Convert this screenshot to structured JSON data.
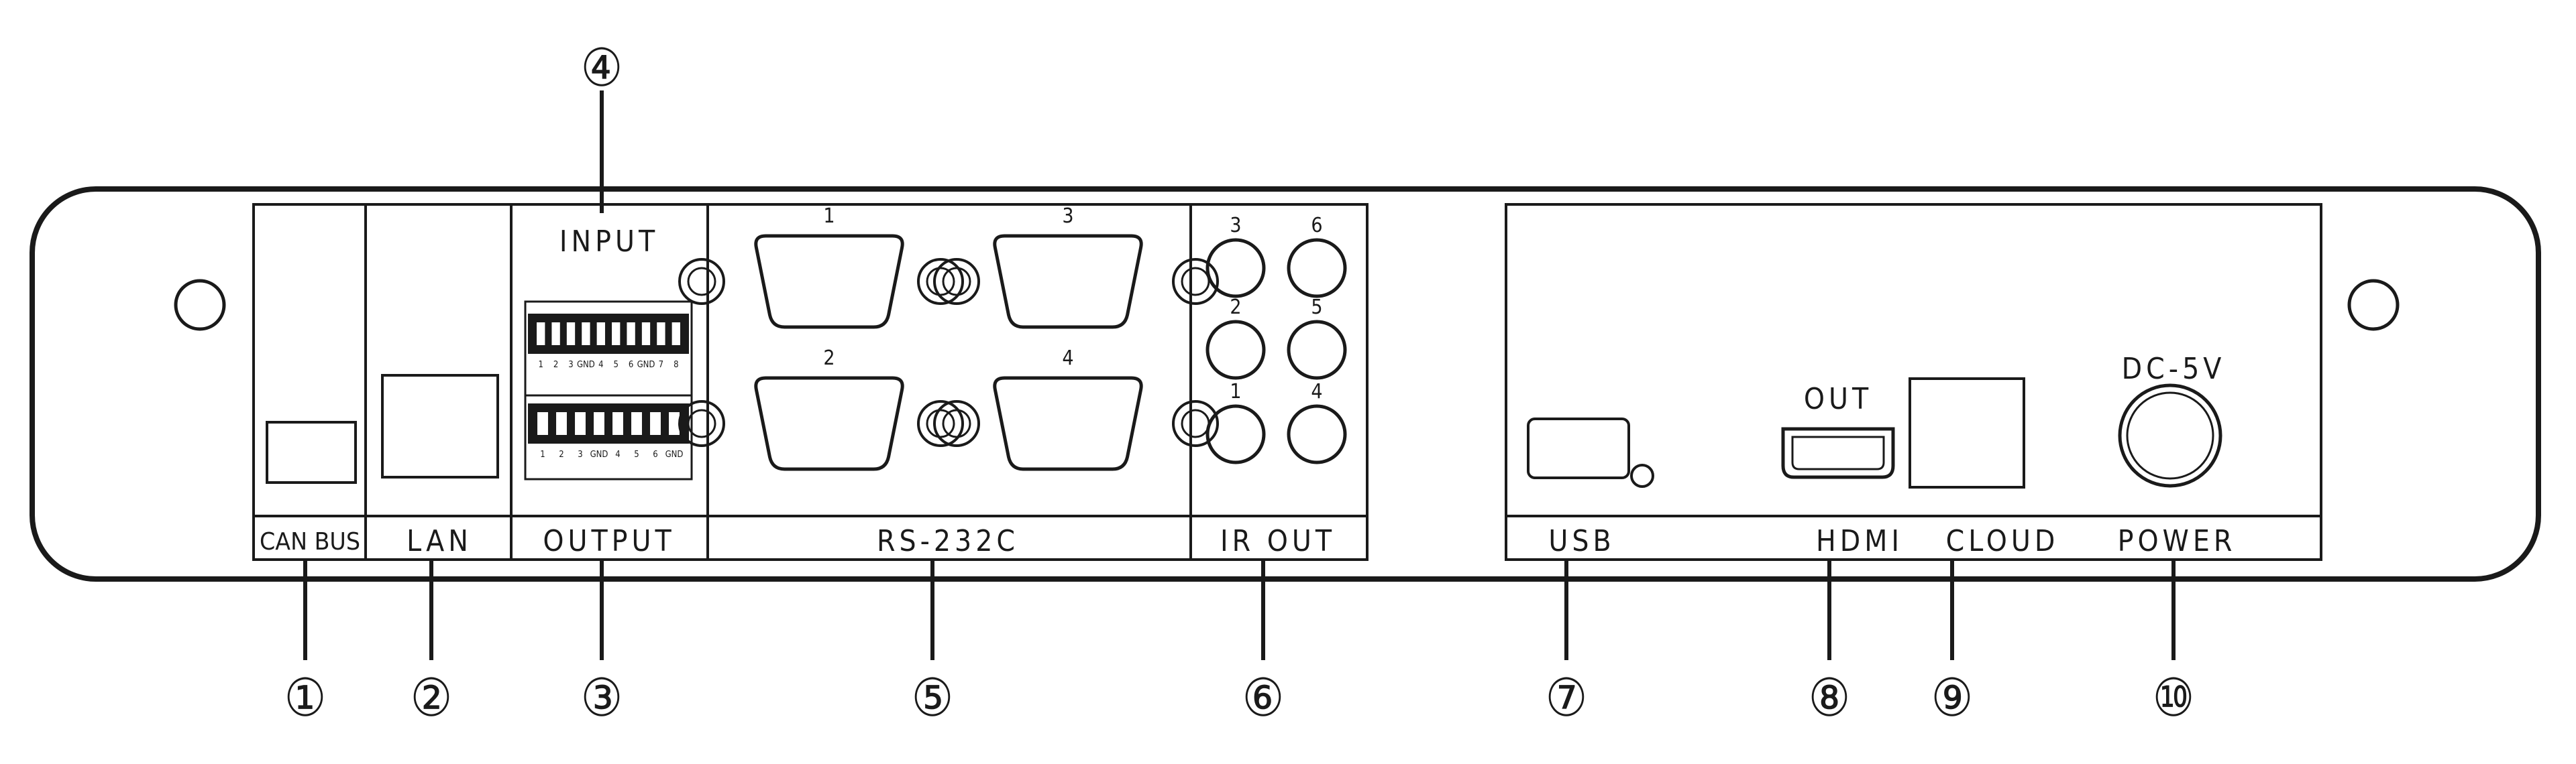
{
  "labels": {
    "can_bus": "CAN BUS",
    "lan": "LAN",
    "input": "INPUT",
    "output": "OUTPUT",
    "rs232c": "RS-232C",
    "ir_out": "IR OUT",
    "usb": "USB",
    "hdmi": "HDMI",
    "hdmi_out": "OUT",
    "cloud": "CLOUD",
    "power": "POWER",
    "dc5v": "DC-5V"
  },
  "terminal_pins_top": [
    "1",
    "2",
    "3",
    "GND",
    "4",
    "5",
    "6",
    "GND",
    "7",
    "8"
  ],
  "terminal_pins_bottom": [
    "1",
    "2",
    "3",
    "GND",
    "4",
    "5",
    "6",
    "GND"
  ],
  "serial_ports": [
    "1",
    "2",
    "3",
    "4"
  ],
  "ir_ports": [
    "1",
    "2",
    "3",
    "4",
    "5",
    "6"
  ],
  "callouts": [
    "①",
    "②",
    "③",
    "④",
    "⑤",
    "⑥",
    "⑦",
    "⑧",
    "⑨",
    "⑩"
  ]
}
